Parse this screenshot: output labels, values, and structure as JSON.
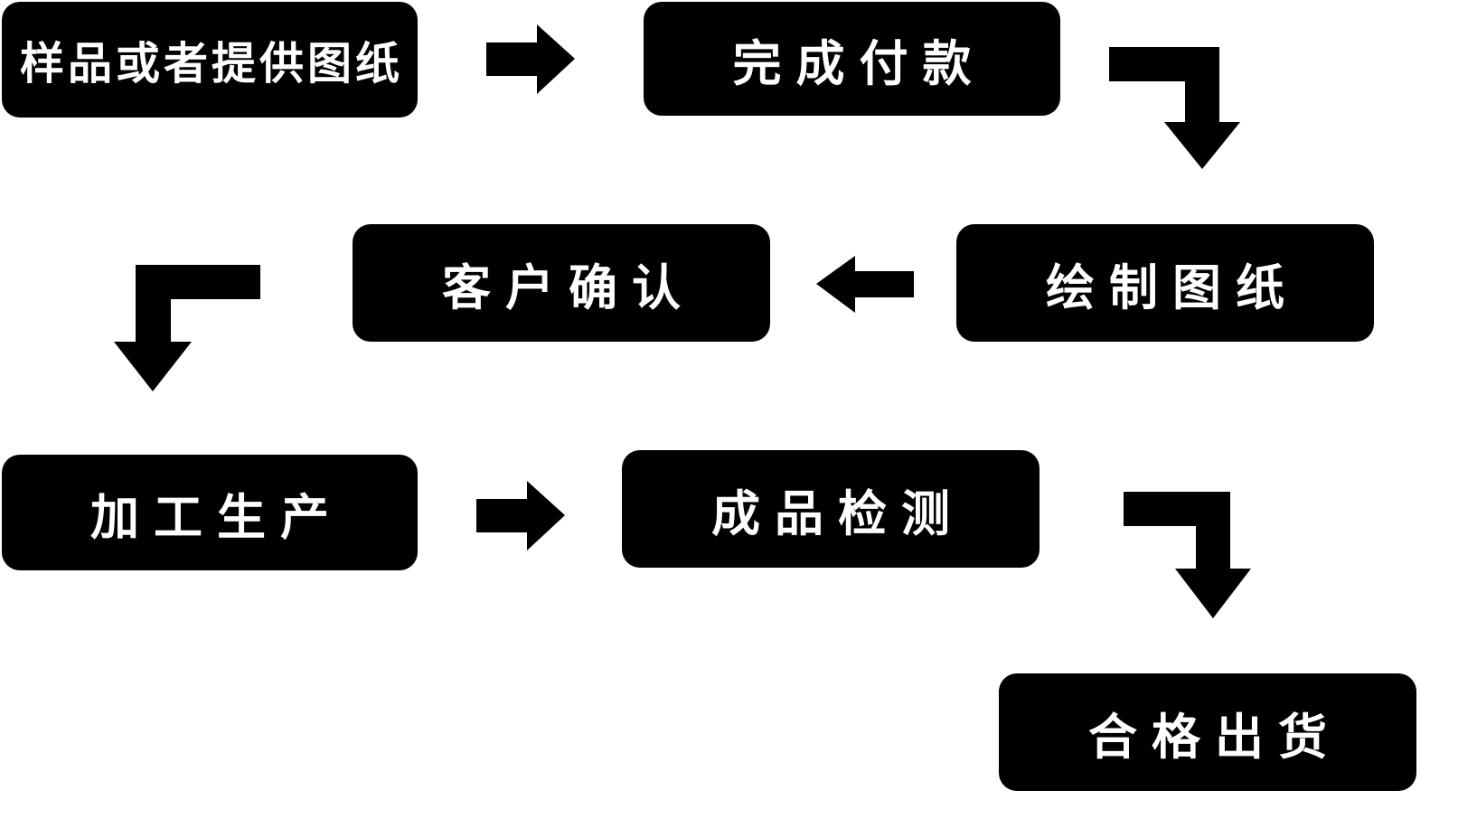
{
  "diagram": {
    "type": "flowchart",
    "colors": {
      "node_bg": "#000000",
      "node_text": "#ffffff",
      "arrow": "#000000",
      "page_bg": "#ffffff"
    },
    "nodes": [
      {
        "id": "sample",
        "label": "样品或者提供图纸"
      },
      {
        "id": "payment",
        "label": "完成付款"
      },
      {
        "id": "drawing",
        "label": "绘制图纸"
      },
      {
        "id": "confirm",
        "label": "客户确认"
      },
      {
        "id": "production",
        "label": "加工生产"
      },
      {
        "id": "inspection",
        "label": "成品检测"
      },
      {
        "id": "shipment",
        "label": "合格出货"
      }
    ],
    "edges": [
      {
        "from": "样品或者提供图纸",
        "to": "完成付款",
        "shape": "straight-right"
      },
      {
        "from": "完成付款",
        "to": "绘制图纸",
        "shape": "elbow-right-down"
      },
      {
        "from": "绘制图纸",
        "to": "客户确认",
        "shape": "straight-left"
      },
      {
        "from": "客户确认",
        "to": "加工生产",
        "shape": "elbow-left-down"
      },
      {
        "from": "加工生产",
        "to": "成品检测",
        "shape": "straight-right"
      },
      {
        "from": "成品检测",
        "to": "合格出货",
        "shape": "elbow-right-down"
      }
    ]
  }
}
